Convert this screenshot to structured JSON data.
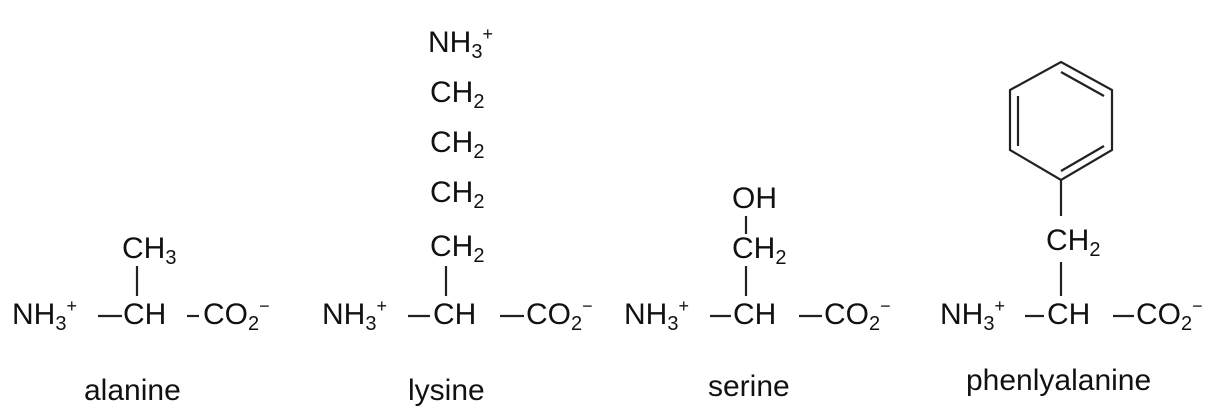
{
  "groups": {
    "nh3": "NH",
    "ch": "CH",
    "co": "CO",
    "oh": "OH",
    "plus": "+",
    "minus": "−",
    "three": "3",
    "two": "2"
  },
  "molecules": [
    {
      "id": "alanine",
      "name": "alanine"
    },
    {
      "id": "lysine",
      "name": "lysine"
    },
    {
      "id": "serine",
      "name": "serine"
    },
    {
      "id": "phenylalanine",
      "name": "phenlyalanine"
    }
  ]
}
